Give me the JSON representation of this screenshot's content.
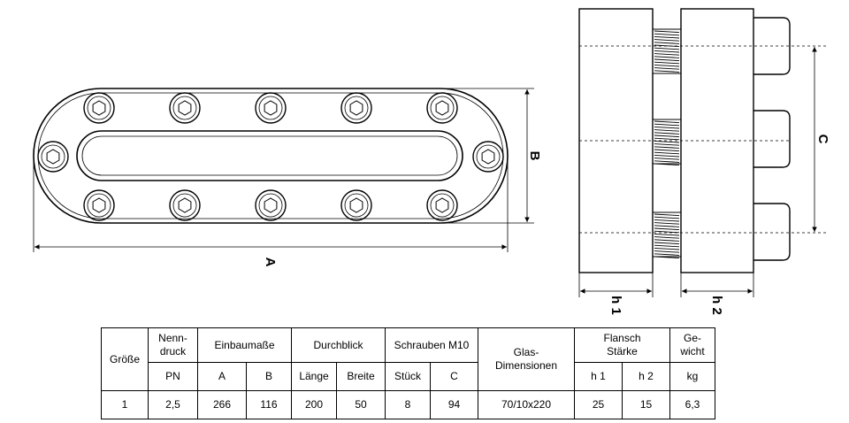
{
  "dimension_labels": {
    "a": "A",
    "b": "B",
    "c": "C",
    "h1": "h 1",
    "h2": "h 2"
  },
  "table": {
    "groesse": "Größe",
    "nenndruck": "Nenn-\ndruck",
    "einbaumasse": "Einbaumaße",
    "durchblick": "Durchblick",
    "schrauben": "Schrauben M10",
    "glas": "Glas-\nDimensionen",
    "flansch": "Flansch\nStärke",
    "gewicht": "Ge-\nwicht",
    "sub": {
      "pn": "PN",
      "a": "A",
      "b": "B",
      "laenge": "Länge",
      "breite": "Breite",
      "stueck": "Stück",
      "c": "C",
      "h1": "h 1",
      "h2": "h 2",
      "kg": "kg"
    },
    "row": {
      "groesse": "1",
      "pn": "2,5",
      "a": "266",
      "b": "116",
      "laenge": "200",
      "breite": "50",
      "stueck": "8",
      "c": "94",
      "glas": "70/10x220",
      "h1": "25",
      "h2": "15",
      "kg": "6,3"
    }
  }
}
